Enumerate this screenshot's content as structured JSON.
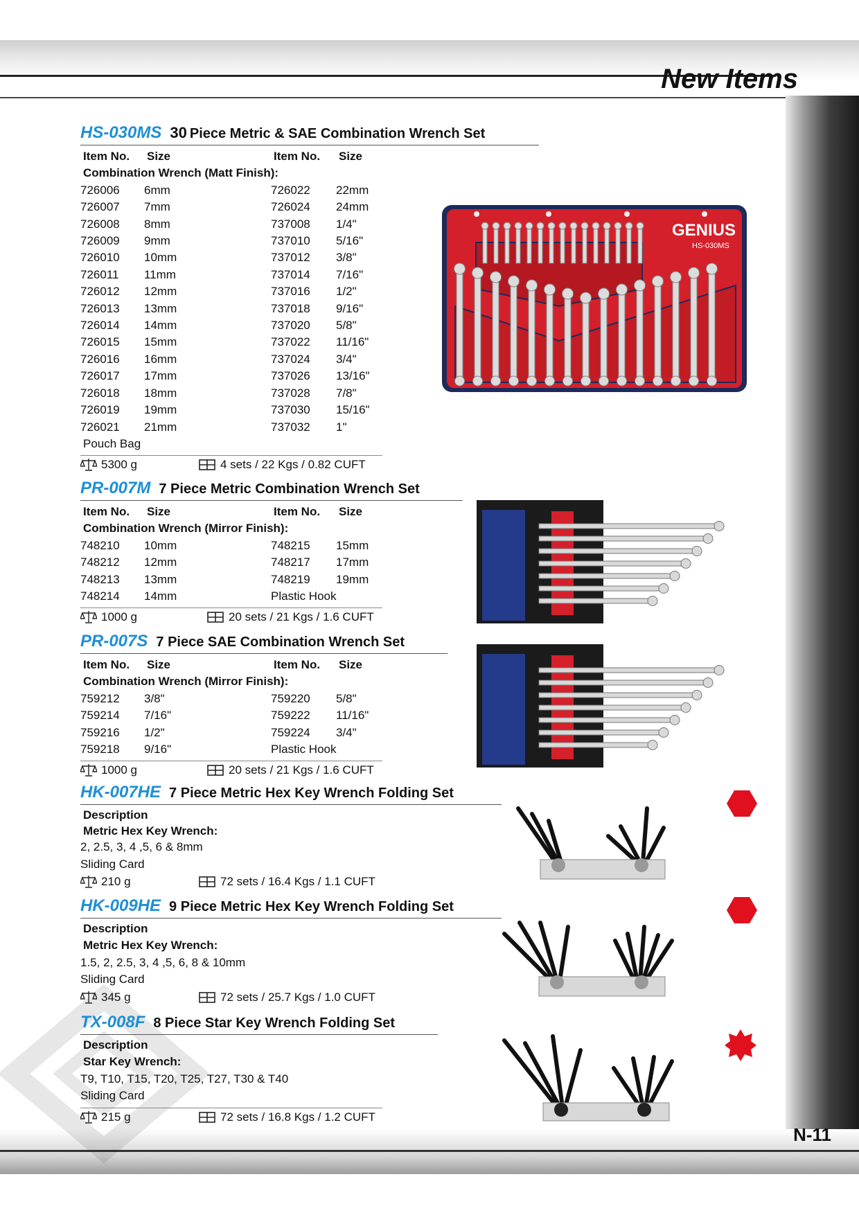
{
  "header": {
    "title": "New Items"
  },
  "page_number": "N-11",
  "colors": {
    "code_blue": "#1e8fd6",
    "pouch_red": "#d4202a",
    "badge_red": "#e0101e"
  },
  "sections": [
    {
      "code": "HS-030MS",
      "title_num": "30",
      "title": "Piece Metric & SAE Combination Wrench Set",
      "headers": [
        "Item No.",
        "Size",
        "Item No.",
        "Size"
      ],
      "subheader": "Combination Wrench (Matt Finish):",
      "rows": [
        [
          "726006",
          "6mm",
          "726022",
          "22mm"
        ],
        [
          "726007",
          "7mm",
          "726024",
          "24mm"
        ],
        [
          "726008",
          "8mm",
          "737008",
          "1/4\""
        ],
        [
          "726009",
          "9mm",
          "737010",
          "5/16\""
        ],
        [
          "726010",
          "10mm",
          "737012",
          "3/8\""
        ],
        [
          "726011",
          "11mm",
          "737014",
          "7/16\""
        ],
        [
          "726012",
          "12mm",
          "737016",
          "1/2\""
        ],
        [
          "726013",
          "13mm",
          "737018",
          "9/16\""
        ],
        [
          "726014",
          "14mm",
          "737020",
          "5/8\""
        ],
        [
          "726015",
          "15mm",
          "737022",
          "11/16\""
        ],
        [
          "726016",
          "16mm",
          "737024",
          "3/4\""
        ],
        [
          "726017",
          "17mm",
          "737026",
          "13/16\""
        ],
        [
          "726018",
          "18mm",
          "737028",
          "7/8\""
        ],
        [
          "726019",
          "19mm",
          "737030",
          "15/16\""
        ],
        [
          "726021",
          "21mm",
          "737032",
          "1\""
        ]
      ],
      "extra": "Pouch Bag",
      "weight": "5300 g",
      "carton": "4 sets / 22 Kgs / 0.82 CUFT",
      "image_brand": "GENIUS",
      "image_code": "HS-030MS"
    },
    {
      "code": "PR-007M",
      "title": "7 Piece Metric Combination Wrench Set",
      "headers": [
        "Item No.",
        "Size",
        "Item No.",
        "Size"
      ],
      "subheader": "Combination Wrench (Mirror Finish):",
      "rows": [
        [
          "748210",
          "10mm",
          "748215",
          "15mm"
        ],
        [
          "748212",
          "12mm",
          "748217",
          "17mm"
        ],
        [
          "748213",
          "13mm",
          "748219",
          "19mm"
        ],
        [
          "748214",
          "14mm",
          "Plastic Hook",
          ""
        ]
      ],
      "weight": "1000 g",
      "carton": "20 sets / 21 Kgs / 1.6 CUFT"
    },
    {
      "code": "PR-007S",
      "title": "7 Piece SAE Combination Wrench Set",
      "headers": [
        "Item No.",
        "Size",
        "Item No.",
        "Size"
      ],
      "subheader": "Combination Wrench (Mirror Finish):",
      "rows": [
        [
          "759212",
          "3/8\"",
          "759220",
          "5/8\""
        ],
        [
          "759214",
          "7/16\"",
          "759222",
          "11/16\""
        ],
        [
          "759216",
          "1/2\"",
          "759224",
          "3/4\""
        ],
        [
          "759218",
          "9/16\"",
          "Plastic Hook",
          ""
        ]
      ],
      "weight": "1000 g",
      "carton": "20 sets / 21 Kgs / 1.6 CUFT"
    },
    {
      "code": "HK-007HE",
      "title": "7 Piece Metric Hex Key Wrench Folding Set",
      "desc_label": "Description",
      "desc_sub": "Metric Hex Key Wrench:",
      "desc_sizes": "2, 2.5, 3, 4 ,5, 6 & 8mm",
      "extra": "Sliding Card",
      "weight": "210 g",
      "carton": "72 sets / 16.4 Kgs / 1.1 CUFT"
    },
    {
      "code": "HK-009HE",
      "title": "9 Piece Metric Hex Key Wrench Folding Set",
      "desc_label": "Description",
      "desc_sub": "Metric Hex Key Wrench:",
      "desc_sizes": "1.5, 2, 2.5, 3, 4 ,5, 6, 8 & 10mm",
      "extra": "Sliding Card",
      "weight": "345 g",
      "carton": "72 sets / 25.7 Kgs / 1.0 CUFT"
    },
    {
      "code": "TX-008F",
      "title": "8 Piece Star Key Wrench Folding Set",
      "desc_label": "Description",
      "desc_sub": "Star Key Wrench:",
      "desc_sizes": "T9, T10, T15, T20, T25, T27, T30 & T40",
      "extra": "Sliding Card",
      "weight": "215 g",
      "carton": "72 sets / 16.8 Kgs / 1.2 CUFT"
    }
  ]
}
